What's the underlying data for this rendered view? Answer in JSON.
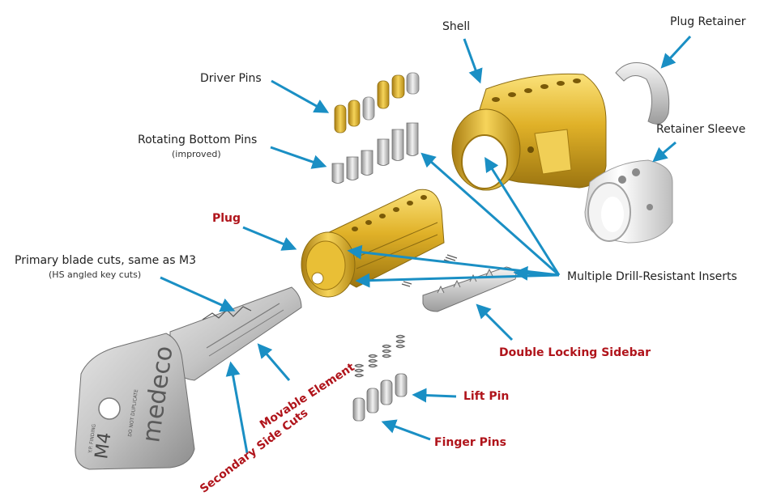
{
  "colors": {
    "arrow": "#1a8fc4",
    "label_dark": "#222222",
    "label_red": "#b0141b",
    "brass": "#d9a81e",
    "brass_dark": "#9c7510",
    "steel": "#c9c9c9"
  },
  "labels": {
    "shell": "Shell",
    "plug_retainer": "Plug Retainer",
    "driver_pins": "Driver Pins",
    "retainer_sleeve": "Retainer Sleeve",
    "rotating_bottom_pins": "Rotating Bottom Pins",
    "rotating_bottom_pins_note": "(improved)",
    "plug": "Plug",
    "primary_blade_cuts": "Primary blade cuts, same as M3",
    "primary_blade_cuts_note": "(HS angled key cuts)",
    "drill_resistant_inserts": "Multiple Drill-Resistant Inserts",
    "double_locking_sidebar": "Double Locking Sidebar",
    "movable_element": "Movable Element",
    "lift_pin": "Lift Pin",
    "secondary_side_cuts": "Secondary Side Cuts",
    "finger_pins": "Finger Pins"
  },
  "key_text": {
    "brand": "medeco",
    "model": "M4",
    "stamp_1": "Y.P. FINDING",
    "stamp_2": "DO NOT DUPLICATE"
  }
}
